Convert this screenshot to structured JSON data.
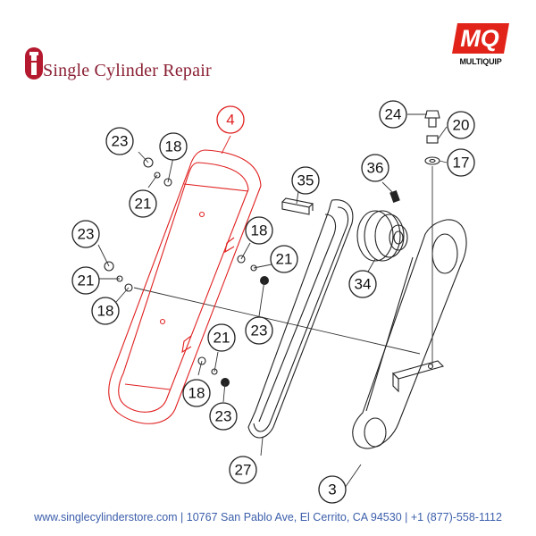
{
  "brand": {
    "name": "Single Cylinder Repair",
    "accent_color": "#8a1f33"
  },
  "manufacturer_logo": {
    "mark": "MQ",
    "name": "MULTIQUIP",
    "color": "#e2231a"
  },
  "diagram": {
    "callouts": [
      {
        "label": "4",
        "highlight": true
      },
      {
        "label": "23"
      },
      {
        "label": "18"
      },
      {
        "label": "21"
      },
      {
        "label": "23"
      },
      {
        "label": "21"
      },
      {
        "label": "18"
      },
      {
        "label": "18"
      },
      {
        "label": "21"
      },
      {
        "label": "23"
      },
      {
        "label": "21"
      },
      {
        "label": "18"
      },
      {
        "label": "23"
      },
      {
        "label": "35"
      },
      {
        "label": "36"
      },
      {
        "label": "34"
      },
      {
        "label": "24"
      },
      {
        "label": "20"
      },
      {
        "label": "17"
      },
      {
        "label": "27"
      },
      {
        "label": "3"
      }
    ]
  },
  "footer": {
    "text": "www.singlecylinderstore.com  |  10767 San Pablo Ave, El Cerrito, CA 94530  |  +1 (877)-558-1112"
  }
}
